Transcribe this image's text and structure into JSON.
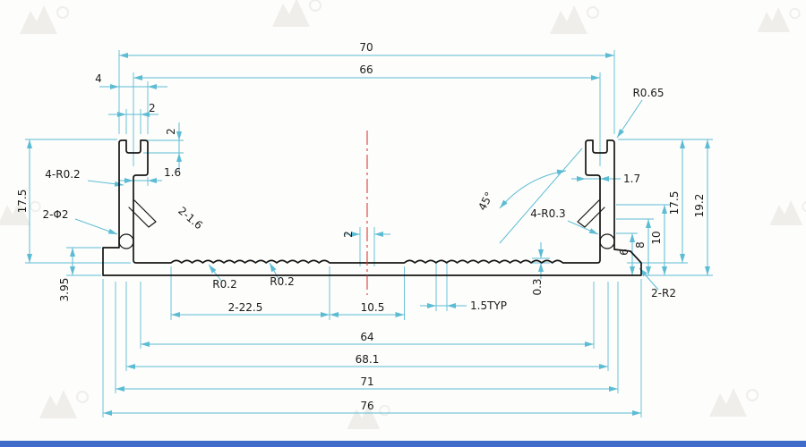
{
  "meta": {
    "kind": "technical-drawing",
    "subject": "aluminum-extrusion-profile-cross-section"
  },
  "colors": {
    "dimension": "#5cbcd4",
    "outline": "#151515",
    "centerline": "#e03a3a",
    "text": "#1b1b1b",
    "watermark": "#e9e7e1",
    "footer": "#3f6cc8",
    "background": "#fdfdfb"
  },
  "dimensions": {
    "top_outer_width": "70",
    "top_inner_width": "66",
    "fork_width": "4",
    "slot_width": "2",
    "slot_depth": "2",
    "fork_step": "1.6",
    "corner_radius_left": "4-R0.2",
    "screw_hole": "2-Φ2",
    "groove": "2-1.6",
    "left_wall_height": "17.5",
    "left_lip_height": "3.95",
    "center_rib_width": "2",
    "chamfer_angle": "45°",
    "corner_radius_right": "4-R0.3",
    "top_corner_radius": "R0.65",
    "right_step": "1.7",
    "right_wall_height": "17.5",
    "total_height": "19.2",
    "height_10": "10",
    "height_8": "8",
    "height_6": "6",
    "serration_depth": "0.3",
    "serration_radius_1": "R0.2",
    "serration_radius_2": "R0.2",
    "serrated_width": "2-22.5",
    "center_flat_width": "10.5",
    "serration_pitch": "1.5TYP",
    "inner_width": "64",
    "width_68_1": "68.1",
    "width_71": "71",
    "base_width": "76",
    "base_corner_radius": "2-R2"
  }
}
